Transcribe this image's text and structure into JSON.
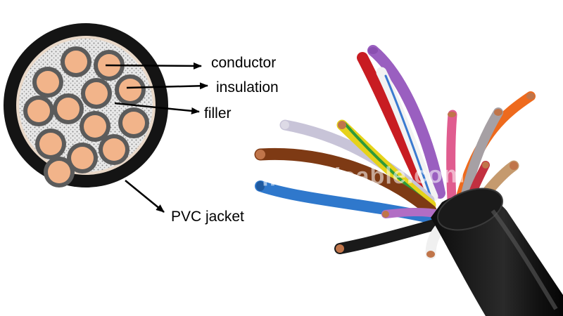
{
  "labels": {
    "conductor": "conductor",
    "insulation": "insulation",
    "filler": "filler",
    "jacket": "PVC jacket"
  },
  "watermark": "m.cbvicable.com",
  "colors": {
    "jacket": "#141414",
    "jacket_ring": "#e9d8c8",
    "filler": "#cfcfcf",
    "core_insulation": "#5b5b5b",
    "copper": "#f2b48a",
    "arrow": "#000000"
  },
  "cross_section": {
    "core_count": 13
  },
  "wire_colors": [
    "red",
    "violet",
    "white",
    "pink",
    "orange",
    "grey",
    "yellow-green",
    "brown",
    "blue",
    "white",
    "violet",
    "black",
    "red",
    "tan"
  ]
}
